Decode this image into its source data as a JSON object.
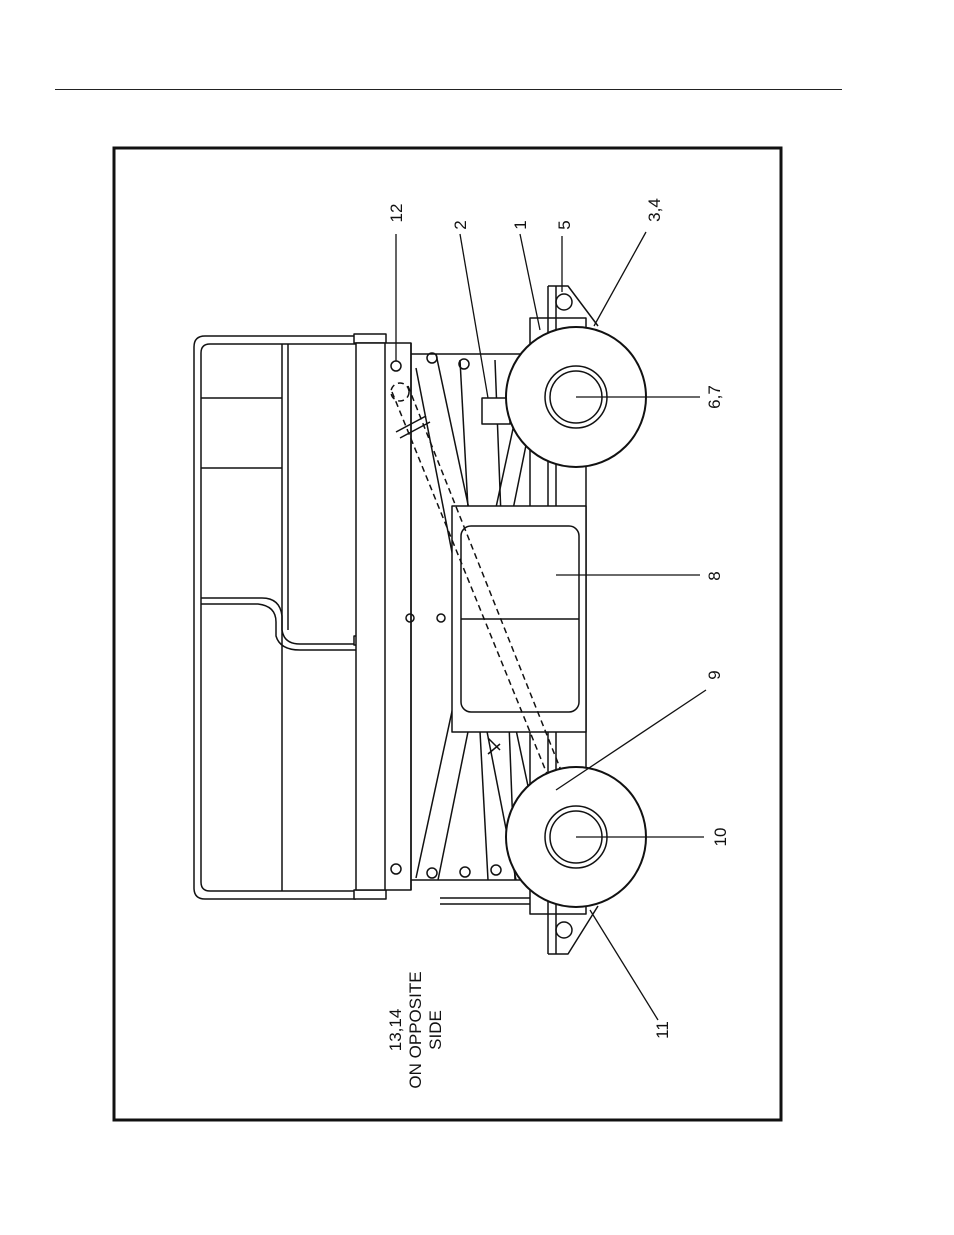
{
  "figure": {
    "callouts": {
      "c12": "12",
      "c2": "2",
      "c1": "1",
      "c5": "5",
      "c34": "3,4",
      "c67": "6,7",
      "c8": "8",
      "c9": "9",
      "c10": "10",
      "c11": "11"
    },
    "note": {
      "line1": "13,14",
      "line2": "ON OPPOSITE",
      "line3": "SIDE"
    }
  }
}
